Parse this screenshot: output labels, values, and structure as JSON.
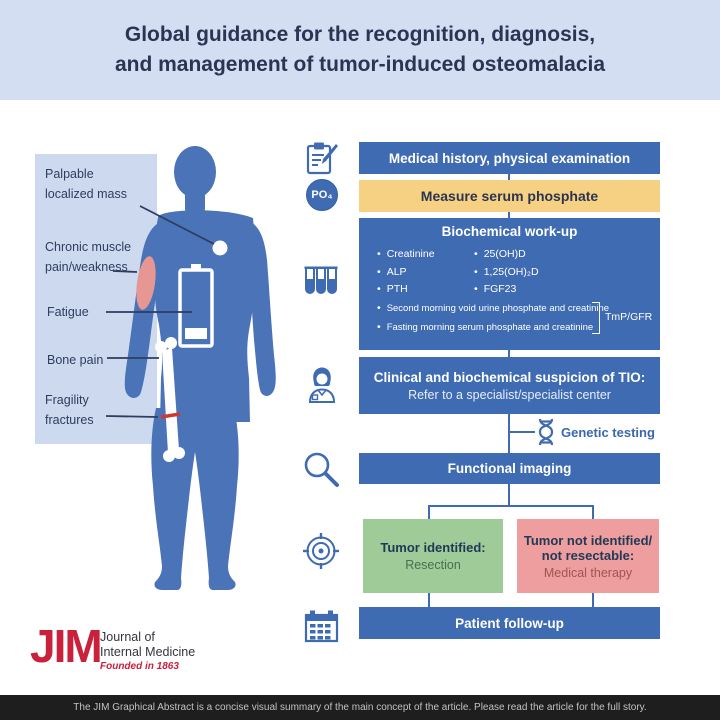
{
  "colors": {
    "banner_bg": "#d4def3",
    "panel_bg": "#cdd9ef",
    "box_blue": "#3f6bb3",
    "body_blue": "#4a73b8",
    "yellow": "#f6d184",
    "green": "#9fcb99",
    "pink": "#ee9e9e",
    "muscle_pink": "#e69793",
    "fracture_red": "#cc3a33",
    "logo_red": "#c9203c",
    "footer_bg": "#1e1e1e"
  },
  "title": {
    "line1": "Global guidance for the recognition, diagnosis,",
    "line2": "and management of tumor-induced osteomalacia"
  },
  "symptoms": {
    "palpable_line1": "Palpable",
    "palpable_line2": "localized mass",
    "chronic_line1": "Chronic muscle",
    "chronic_line2": "pain/weakness",
    "fatigue": "Fatigue",
    "bone_pain": "Bone pain",
    "fragility_line1": "Fragility",
    "fragility_line2": "fractures"
  },
  "flowchart": {
    "po4_badge": "PO₄",
    "medical_history": "Medical history, physical examination",
    "measure_phosphate": "Measure serum phosphate",
    "biochemical": {
      "title": "Biochemical work-up",
      "col1": [
        "Creatinine",
        "ALP",
        "PTH"
      ],
      "col2": [
        "25(OH)D",
        "1,25(OH)₂D",
        "FGF23"
      ],
      "extra1": "Second morning void urine phosphate and creatinine",
      "extra2": "Fasting morning serum phosphate and creatinine",
      "bracket_label": "TmP/GFR"
    },
    "suspicion": {
      "line1": "Clinical and biochemical suspicion of TIO:",
      "line2": "Refer to a specialist/specialist center"
    },
    "genetic_testing": "Genetic testing",
    "functional_imaging": "Functional imaging",
    "tumor_identified": {
      "line1": "Tumor identified:",
      "line2": "Resection"
    },
    "tumor_not_identified": {
      "line1": "Tumor not identified/",
      "line2": "not resectable:",
      "line3": "Medical therapy"
    },
    "follow_up": "Patient follow-up"
  },
  "logo": {
    "acronym": "JIM",
    "line1": "Journal of",
    "line2": "Internal Medicine",
    "founded": "Founded in 1863"
  },
  "footer": "The JIM Graphical Abstract is a concise visual summary of the main concept of the article. Please read the article for the full story."
}
